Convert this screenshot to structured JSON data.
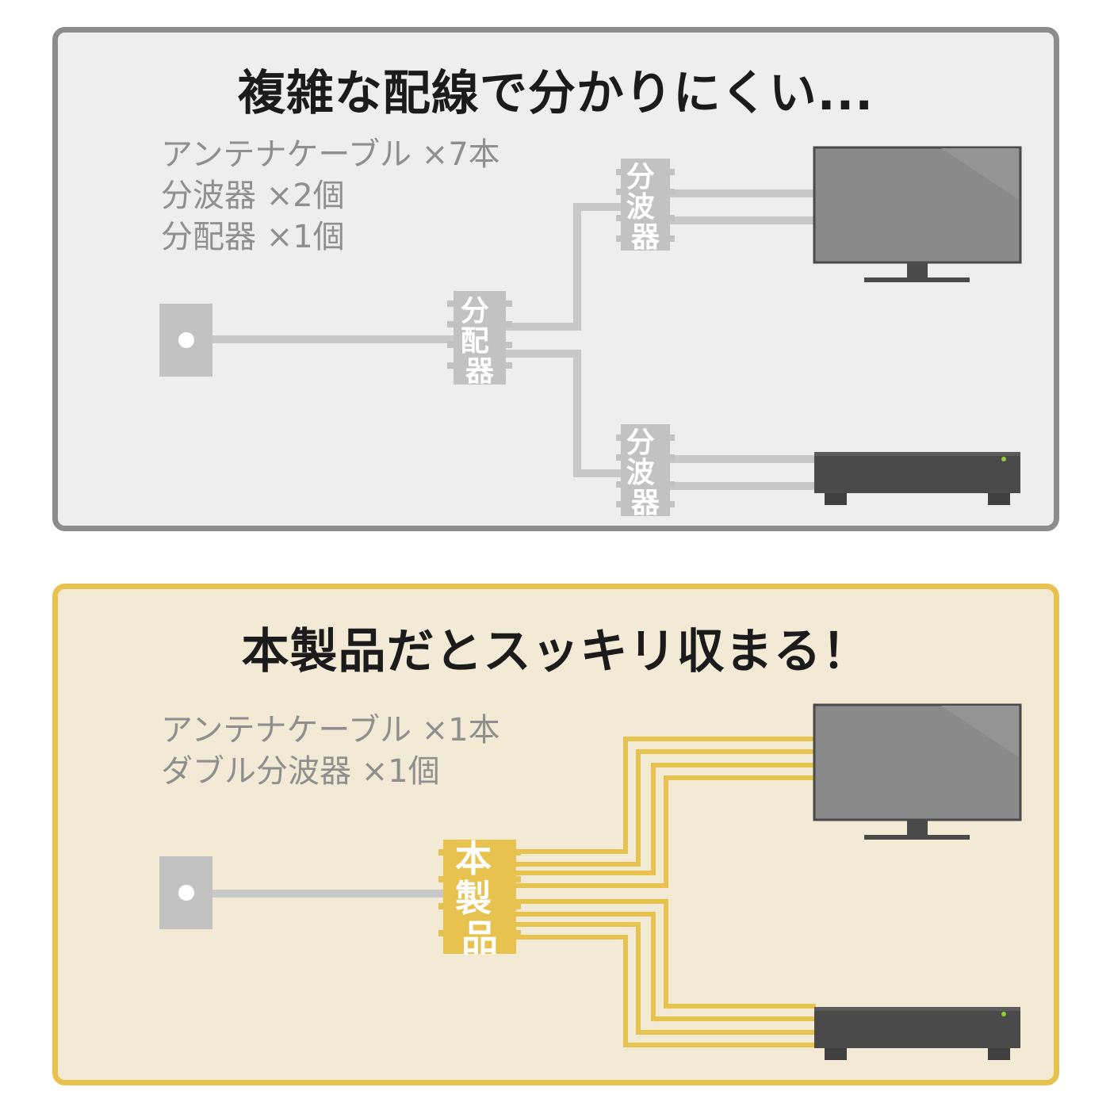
{
  "before": {
    "title": "複雑な配線で分かりにくい...",
    "specs": [
      "アンテナケーブル ×7本",
      "分波器 ×2個",
      "分配器 ×1個"
    ],
    "splitter_label": "分配器",
    "separator_label": "分波器",
    "cable_color": "#c8c8c8",
    "accent_color": "#8d8d8d"
  },
  "after": {
    "title": "本製品だとスッキリ収まる！",
    "specs": [
      "アンテナケーブル ×1本",
      "ダブル分波器 ×1個"
    ],
    "product_label": "本製品",
    "cable_color": "#e8c24e",
    "accent_color": "#e8c24e"
  },
  "icons": [
    "wall-outlet-icon",
    "tv-icon",
    "recorder-icon"
  ]
}
